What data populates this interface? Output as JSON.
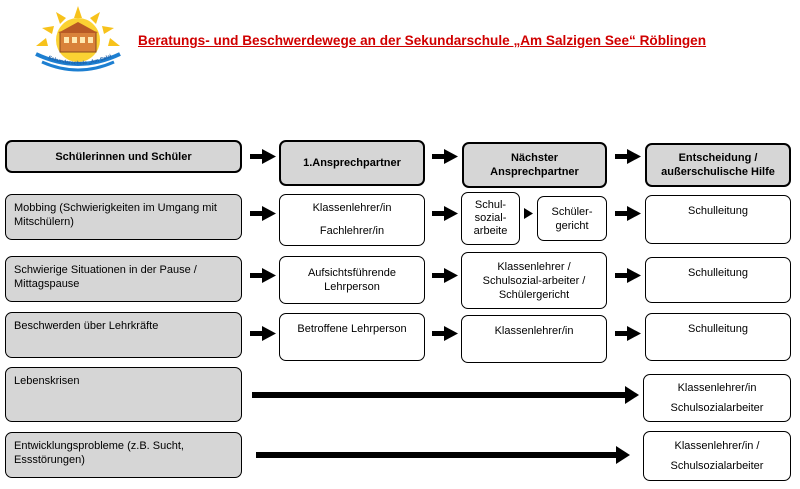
{
  "title": "Beratungs- und Beschwerdewege an der Sekundarschule „Am Salzigen See“ Röblingen",
  "logo": {
    "icon": "school-sun-logo",
    "text": "Sekundarschule „Am Salzigen See“"
  },
  "headers": {
    "col1": "Schülerinnen und Schüler",
    "col2": "1.Ansprechpartner",
    "col3_line1": "Nächster",
    "col3_line2": "Ansprechpartner",
    "col4_line1": "Entscheidung /",
    "col4_line2": "außerschulische Hilfe"
  },
  "rows": [
    {
      "issue": "Mobbing (Schwierigkeiten im Umgang mit Mitschülern)",
      "first_line1": "Klassenlehrer/in",
      "first_line2": "Fachlehrer/in",
      "next_a_line1": "Schul-",
      "next_a_line2": "sozial-",
      "next_a_line3": "arbeite",
      "next_b_line1": "Schüler-",
      "next_b_line2": "gericht",
      "decision": "Schulleitung"
    },
    {
      "issue": "Schwierige Situationen in der Pause / Mittagspause",
      "first_line1": "Aufsichtsführende",
      "first_line2": "Lehrperson",
      "next_line1": "Klassenlehrer /",
      "next_line2": "Schulsozial-arbeiter /",
      "next_line3": "Schülergericht",
      "decision": "Schulleitung"
    },
    {
      "issue": "Beschwerden über Lehrkräfte",
      "first": "Betroffene Lehrperson",
      "next": "Klassenlehrer/in",
      "decision": "Schulleitung"
    },
    {
      "issue": "Lebenskrisen",
      "decision_line1": "Klassenlehrer/in",
      "decision_line2": "Schulsozialarbeiter"
    },
    {
      "issue": "Entwicklungsprobleme (z.B. Sucht, Essstörungen)",
      "decision_line1": "Klassenlehrer/in /",
      "decision_line2": "Schulsozialarbeiter"
    }
  ]
}
